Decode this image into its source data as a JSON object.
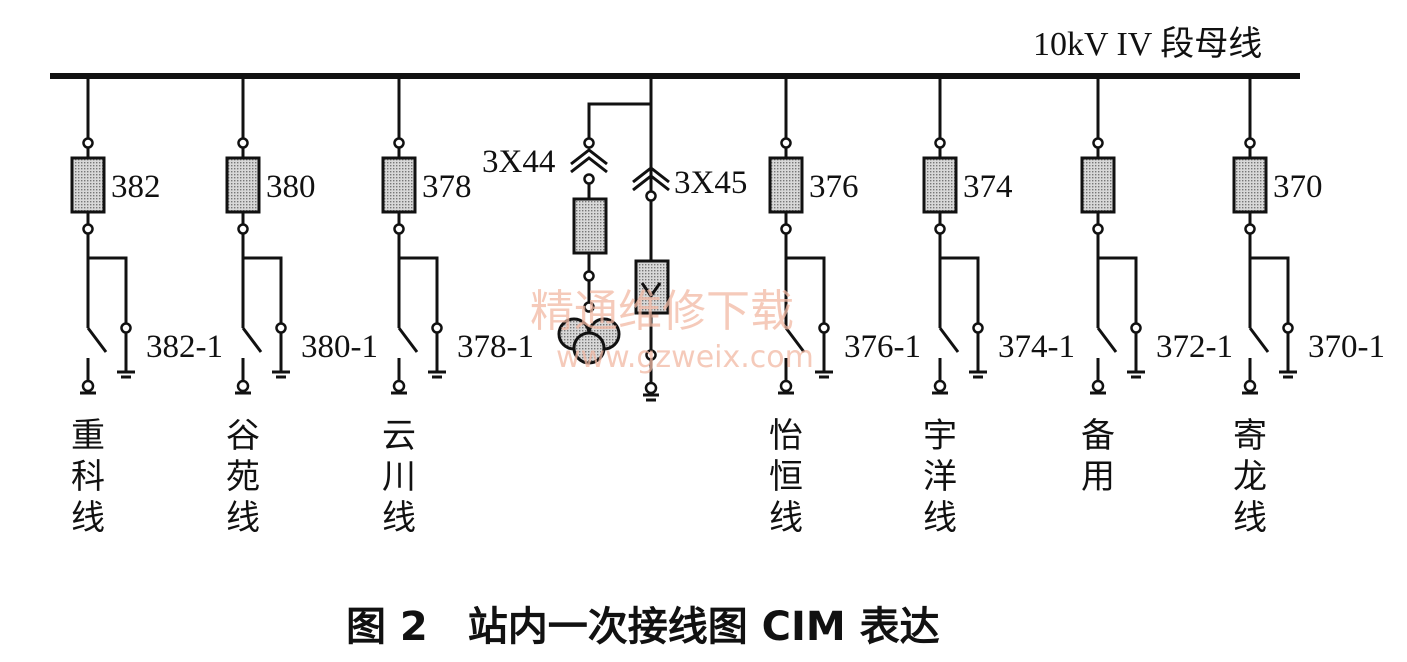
{
  "bus": {
    "label": "10kV IV 段母线"
  },
  "feeders": [
    {
      "breaker": "382",
      "switch": "382-1",
      "name": [
        "重",
        "科",
        "线"
      ]
    },
    {
      "breaker": "380",
      "switch": "380-1",
      "name": [
        "谷",
        "苑",
        "线"
      ]
    },
    {
      "breaker": "378",
      "switch": "378-1",
      "name": [
        "云",
        "川",
        "线"
      ]
    },
    {
      "breaker": "376",
      "switch": "376-1",
      "name": [
        "怡",
        "恒",
        "线"
      ]
    },
    {
      "breaker": "374",
      "switch": "374-1",
      "name": [
        "宇",
        "洋",
        "线"
      ]
    },
    {
      "breaker": "",
      "switch": "372-1",
      "name": [
        "备",
        "用"
      ]
    },
    {
      "breaker": "370",
      "switch": "370-1",
      "name": [
        "寄",
        "龙",
        "线"
      ]
    }
  ],
  "transformer_bay": {
    "left_label": "3X44",
    "right_label": "3X45"
  },
  "watermark": {
    "text": "精通维修下载",
    "url": "www.gzweix.com"
  },
  "caption": "图 2　站内一次接线图 CIM 表达",
  "colors": {
    "line": "#111111",
    "breaker_fill": "#b8b8b8",
    "watermark": "#f2b9a4"
  }
}
